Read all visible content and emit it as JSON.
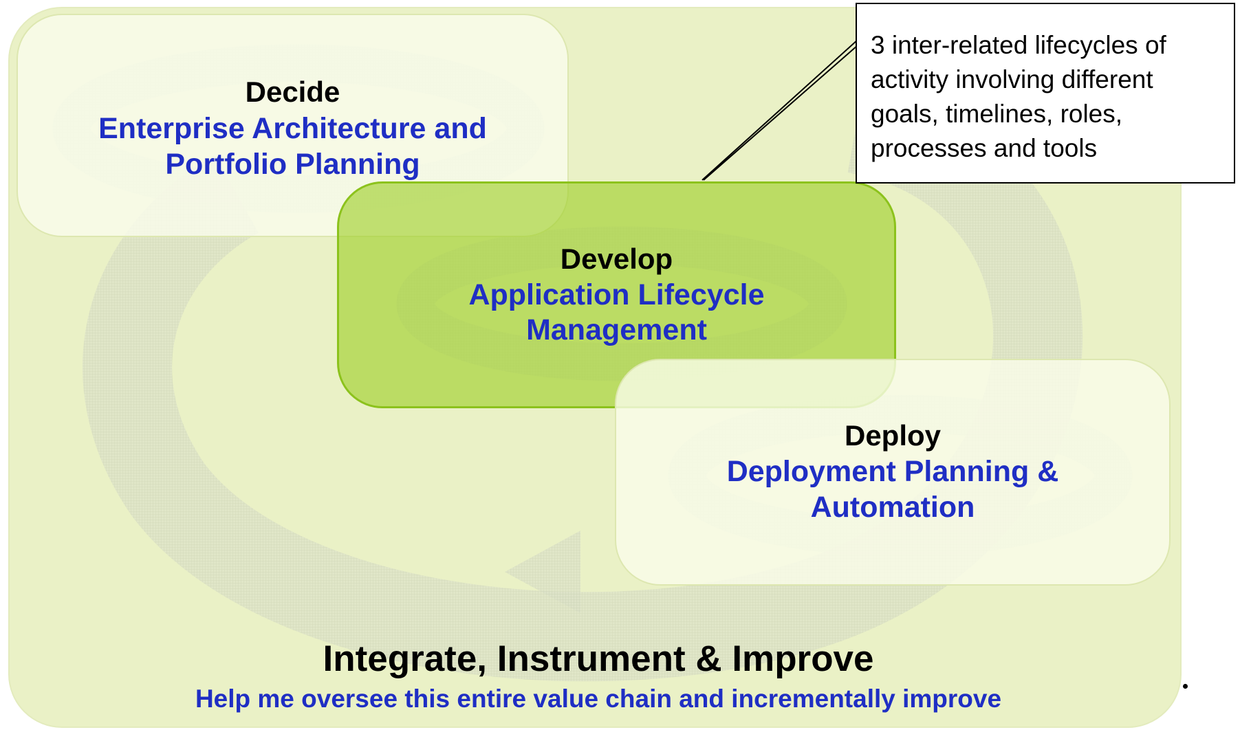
{
  "diagram": {
    "stages": [
      {
        "name": "Decide",
        "description": "Enterprise Architecture and Portfolio Planning",
        "description_lines": [
          "Enterprise Architecture and",
          "Portfolio Planning"
        ]
      },
      {
        "name": "Develop",
        "description": "Application Lifecycle Management",
        "description_lines": [
          "Application Lifecycle",
          "Management"
        ]
      },
      {
        "name": "Deploy",
        "description": "Deployment Planning & Automation",
        "description_lines": [
          "Deployment Planning &",
          "Automation"
        ]
      }
    ],
    "footer": {
      "title": "Integrate, Instrument & Improve",
      "subtitle": "Help me oversee this entire value chain and incrementally improve"
    },
    "callout": {
      "text": "3 inter-related lifecycles of activity involving different goals, timelines, roles, processes and tools"
    }
  },
  "colors": {
    "panel_background": "#eaf1c6",
    "highlight_stage": "#9ece28",
    "stage_description_text": "#1f2ec4",
    "heading_text": "#000000"
  }
}
